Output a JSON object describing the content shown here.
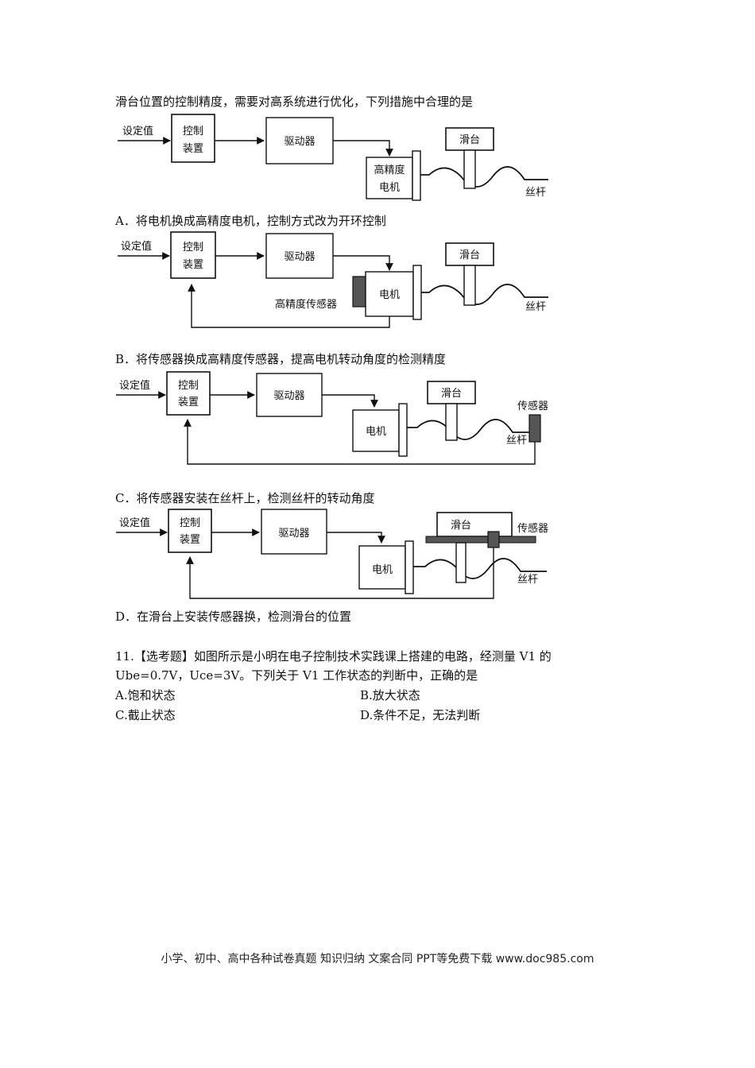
{
  "intro": "滑台位置的控制精度，需要对高系统进行优化，下列措施中合理的是",
  "labels": {
    "setpoint": "设定值",
    "controller_l1": "控制",
    "controller_l2": "装置",
    "driver": "驱动器",
    "motor": "电机",
    "hp_motor_l1": "高精度",
    "hp_motor_l2": "电机",
    "slide": "滑台",
    "screw": "丝杆",
    "sensor": "传感器",
    "hp_sensor": "高精度传感器"
  },
  "options": {
    "a": "A．将电机换成高精度电机，控制方式改为开环控制",
    "b": "B．将传感器换成高精度传感器，提高电机转动角度的检测精度",
    "c": "C．将传感器安装在丝杆上，检测丝杆的转动角度",
    "d": "D．在滑台上安装传感器换，检测滑台的位置"
  },
  "q11": {
    "line1": "11.【选考题】如图所示是小明在电子控制技术实践课上搭建的电路，经测量 V1 的",
    "line2": "Ube=0.7V，Uce=3V。下列关于 V1 工作状态的判断中，正确的是",
    "a": "A.饱和状态",
    "b": "B.放大状态",
    "c": "C.截止状态",
    "d": "D.条件不足，无法判断"
  },
  "footer": "小学、初中、高中各种试卷真题 知识归纳 文案合同 PPT等免费下载   www.doc985.com"
}
